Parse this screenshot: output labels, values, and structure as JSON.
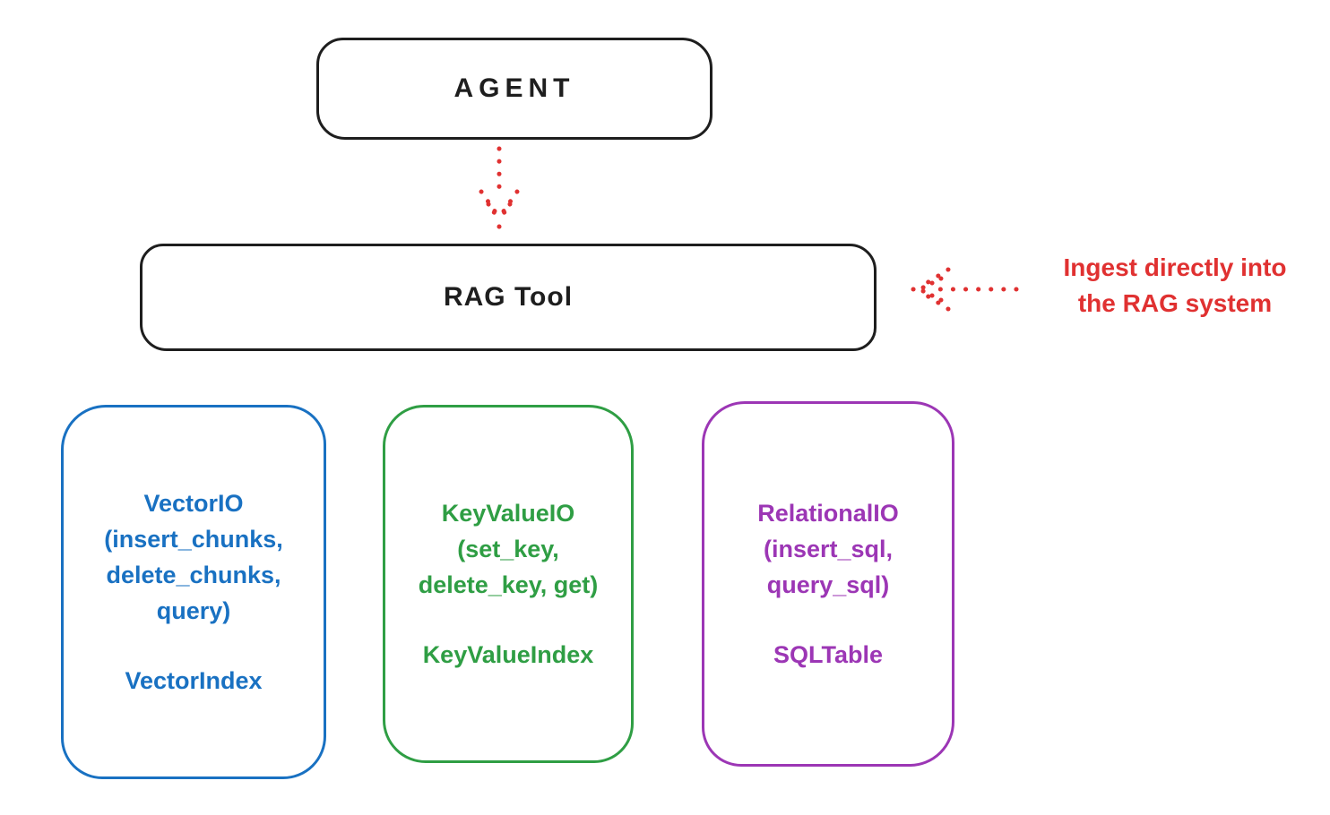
{
  "canvas": {
    "background": "#ffffff"
  },
  "colors": {
    "ink": "#1e1e1e",
    "red": "#e03131",
    "blue": "#1971c2",
    "green": "#2f9e44",
    "purple": "#9c36b5"
  },
  "agent": {
    "label": "AGENT"
  },
  "rag_tool": {
    "label": "RAG Tool"
  },
  "annotation": {
    "line1": "Ingest directly into",
    "line2": "the RAG system"
  },
  "arrows": {
    "agent_to_rag": "dotted-red-arrow-down",
    "ingest_into_rag": "dotted-red-arrow-left"
  },
  "backends": [
    {
      "name": "vector-io",
      "color": "#1971c2",
      "lines": [
        "VectorIO",
        "(insert_chunks,",
        "delete_chunks,",
        "query)"
      ],
      "footer": "VectorIndex"
    },
    {
      "name": "keyvalue-io",
      "color": "#2f9e44",
      "lines": [
        "KeyValueIO",
        "(set_key,",
        "delete_key, get)"
      ],
      "footer": "KeyValueIndex"
    },
    {
      "name": "relational-io",
      "color": "#9c36b5",
      "lines": [
        "RelationalIO",
        "(insert_sql,",
        "query_sql)"
      ],
      "footer": "SQLTable"
    }
  ]
}
